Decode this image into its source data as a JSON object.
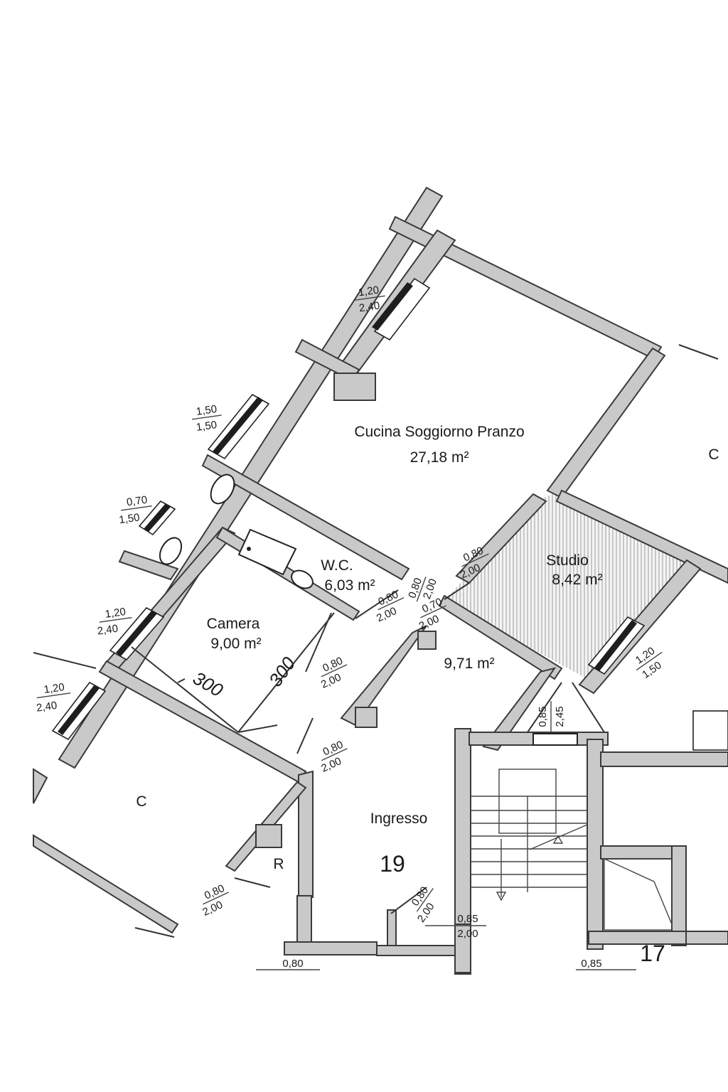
{
  "rooms": {
    "kitchen": {
      "name": "Cucina Soggiorno Pranzo",
      "area": "27,18 m²"
    },
    "studio": {
      "name": "Studio",
      "area": "8,42 m²"
    },
    "wc": {
      "name": "W.C.",
      "area": "6,03 m²"
    },
    "camera": {
      "name": "Camera",
      "area": "9,00 m²"
    },
    "corridor": {
      "area": "9,71 m²"
    },
    "ingresso": {
      "name": "Ingresso"
    },
    "c_left": {
      "name": "C"
    },
    "c_right": {
      "name": "C"
    },
    "r": {
      "name": "R"
    }
  },
  "unit_numbers": {
    "left": "19",
    "right": "17"
  },
  "dimensions": {
    "camera_width": "300",
    "camera_depth": "300"
  },
  "window_labels": [
    {
      "top": "1,20",
      "bottom": "2,40"
    },
    {
      "top": "1,50",
      "bottom": "1,50"
    },
    {
      "top": "0,70",
      "bottom": "1,50"
    },
    {
      "top": "1,20",
      "bottom": "2,40"
    },
    {
      "top": "1,20",
      "bottom": "2,40"
    },
    {
      "top": "1,20",
      "bottom": "1,50"
    }
  ],
  "door_labels": [
    {
      "top": "0,80",
      "bottom": "2,00"
    },
    {
      "top": "0,80",
      "bottom": "2,00"
    },
    {
      "top": "0,80",
      "bottom": "2,00"
    },
    {
      "top": "0,70",
      "bottom": "2,00"
    },
    {
      "top": "0,80",
      "bottom": "2,00"
    },
    {
      "top": "0,80",
      "bottom": "2,00"
    },
    {
      "top": "0,80",
      "bottom": "2,00"
    },
    {
      "top": "0,80",
      "bottom": "2,00"
    },
    {
      "top": "0,85",
      "bottom": "2,00"
    },
    {
      "top": "0,80",
      "bottom": ""
    },
    {
      "top": "0,85",
      "bottom": ""
    },
    {
      "top": "0,85",
      "bottom": "2,45"
    }
  ]
}
